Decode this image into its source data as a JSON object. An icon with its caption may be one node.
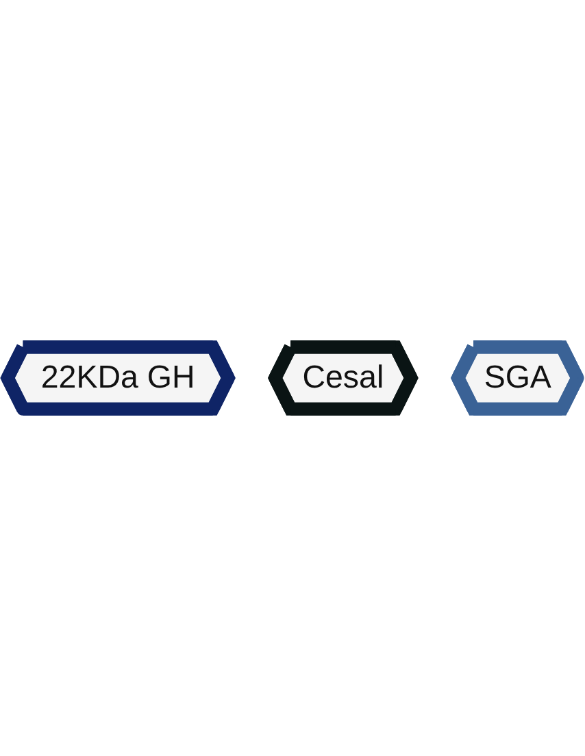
{
  "diagram": {
    "nodes": [
      {
        "text": [
          "22KDa GH"
        ]
      },
      {
        "text": [
          "Cesal"
        ]
      },
      {
        "text": [
          "SGA"
        ]
      }
    ]
  }
}
